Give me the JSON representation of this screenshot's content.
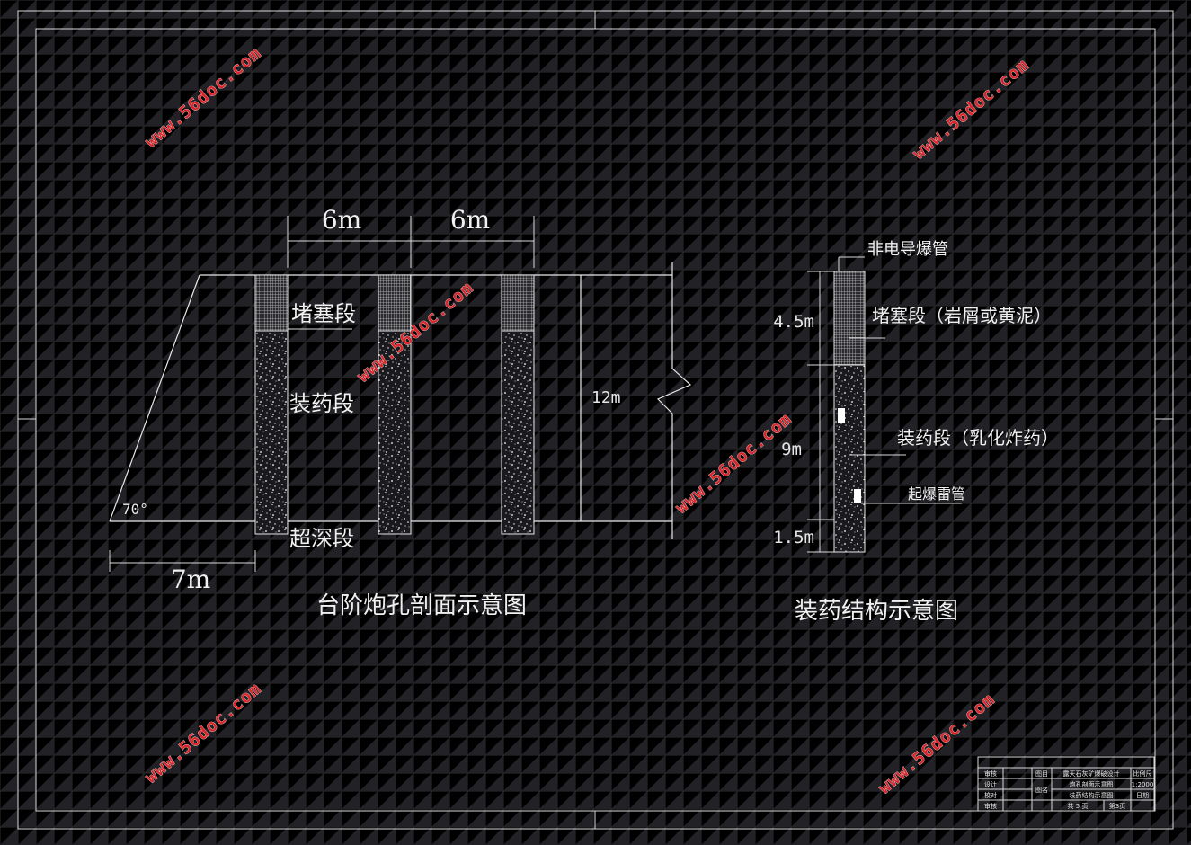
{
  "colors": {
    "background": "#212126",
    "line": "#e8e8e8",
    "watermark": "#d8262b"
  },
  "left": {
    "spacing_1": "6m",
    "spacing_2": "6m",
    "stemming_label": "堵塞段",
    "charge_label": "装药段",
    "subdrill_label": "超深段",
    "bench_height": "12m",
    "angle": "70°",
    "toe_distance": "7m",
    "caption": "台阶炮孔剖面示意图"
  },
  "right": {
    "detonator_tube": "非电导爆管",
    "stemming_label": "堵塞段（岩屑或黄泥）",
    "charge_label": "装药段（乳化炸药）",
    "primer_label": "起爆雷管",
    "len_stemming": "4.5m",
    "len_charge": "9m",
    "len_subdrill": "1.5m",
    "caption": "装药结构示意图"
  },
  "watermark": "www.56doc.com",
  "title_block": {
    "r1": [
      "审核",
      "",
      "图目",
      "露天石灰矿爆破设计",
      "比例尺"
    ],
    "r2a": [
      "设计",
      "",
      "",
      "炮孔剖面示意图",
      "1:2000"
    ],
    "r2b": [
      "校对",
      "",
      "图名",
      "装药结构示意图",
      "日期"
    ],
    "r3": [
      "审核",
      "",
      "",
      "共 5 页",
      "第3页"
    ]
  }
}
